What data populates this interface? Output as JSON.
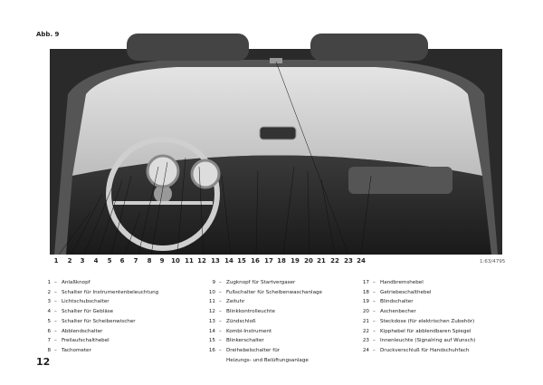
{
  "figure_label": "Abb. 9",
  "reference_code": "1:63/4795",
  "page_number": "12",
  "callout_numbers": [
    "1",
    "2",
    "3",
    "4",
    "5",
    "6",
    "7",
    "8",
    "9",
    "10",
    "11",
    "12",
    "13",
    "14",
    "15",
    "16",
    "17",
    "18",
    "19",
    "20",
    "21",
    "22",
    "23",
    "24"
  ],
  "legend": [
    [
      {
        "n": "1",
        "t": "Anlaßknopf"
      },
      {
        "n": "2",
        "t": "Schalter für Instrumentenbeleuchtung"
      },
      {
        "n": "3",
        "t": "Lichtschubschalter"
      },
      {
        "n": "4",
        "t": "Schalter für Gebläse"
      },
      {
        "n": "5",
        "t": "Schalter für Scheibenwischer"
      },
      {
        "n": "6",
        "t": "Abblendschalter"
      },
      {
        "n": "7",
        "t": "Freilaufschalthebel"
      },
      {
        "n": "8",
        "t": "Tachometer"
      }
    ],
    [
      {
        "n": "9",
        "t": "Zugknopf für Startvergaser"
      },
      {
        "n": "10",
        "t": "Fußschalter für Scheibenwaschanlage"
      },
      {
        "n": "11",
        "t": "Zeituhr"
      },
      {
        "n": "12",
        "t": "Blinkkontrolleuchte"
      },
      {
        "n": "13",
        "t": "Zündschloß"
      },
      {
        "n": "14",
        "t": "Kombi-Instrument"
      },
      {
        "n": "15",
        "t": "Blinkerschalter"
      },
      {
        "n": "16",
        "t": "Dreihebelschalter für",
        "t2": "Heizungs- und Belüftungsanlage"
      }
    ],
    [
      {
        "n": "17",
        "t": "Handbremshebel"
      },
      {
        "n": "18",
        "t": "Getriebeschalthebel"
      },
      {
        "n": "19",
        "t": "Blindschalter"
      },
      {
        "n": "20",
        "t": "Aschenbecher"
      },
      {
        "n": "21",
        "t": "Steckdose (für elektrischen Zubehör)"
      },
      {
        "n": "22",
        "t": "Kipphebel für abblendbaren Spiegel"
      },
      {
        "n": "23",
        "t": "Innenleuchte (Signalring auf Wunsch)"
      },
      {
        "n": "24",
        "t": "Druckverschluß für Handschuhfach"
      }
    ]
  ]
}
